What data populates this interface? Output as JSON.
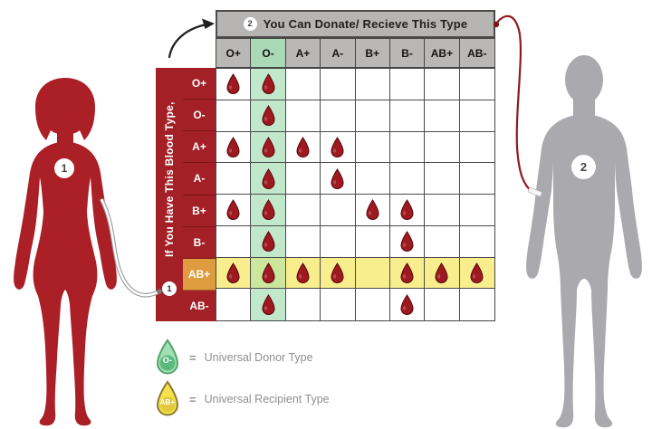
{
  "header": {
    "badge": "2",
    "title": "You Can Donate/ Recieve This Type"
  },
  "side": {
    "badge": "1",
    "label": "If You Have This Blood Type,"
  },
  "figures": {
    "female_badge": "1",
    "male_badge": "2"
  },
  "matrix": {
    "columns": [
      "O+",
      "O-",
      "A+",
      "A-",
      "B+",
      "B-",
      "AB+",
      "AB-"
    ],
    "rows": [
      "O+",
      "O-",
      "A+",
      "A-",
      "B+",
      "B-",
      "AB+",
      "AB-"
    ],
    "cells": [
      [
        1,
        1,
        0,
        0,
        0,
        0,
        0,
        0
      ],
      [
        0,
        1,
        0,
        0,
        0,
        0,
        0,
        0
      ],
      [
        1,
        1,
        1,
        1,
        0,
        0,
        0,
        0
      ],
      [
        0,
        1,
        0,
        1,
        0,
        0,
        0,
        0
      ],
      [
        1,
        1,
        0,
        0,
        1,
        1,
        0,
        0
      ],
      [
        0,
        1,
        0,
        0,
        0,
        1,
        0,
        0
      ],
      [
        1,
        1,
        1,
        1,
        0,
        1,
        1,
        1
      ],
      [
        0,
        1,
        0,
        0,
        0,
        1,
        0,
        0
      ]
    ],
    "universal_donor_col": "O-",
    "universal_recipient_row": "AB+"
  },
  "legend": {
    "items": [
      {
        "symbol": "O-",
        "equals": "=",
        "label": "Universal Donor Type",
        "fill": "#9FE0B2",
        "stroke": "#55A26B",
        "badge_fill": "#5BB97E"
      },
      {
        "symbol": "AB+",
        "equals": "=",
        "label": "Universal Recipient Type",
        "fill": "#F4E14E",
        "stroke": "#8A7C2E",
        "badge_fill": "#E2C93A"
      }
    ]
  },
  "colors": {
    "red_row": "#A32026",
    "orange_row": "#DF9C3E",
    "header_gray": "#B6B5B4",
    "cell_gray": "#B9B8B6",
    "donor_col_header": "#A9D9B7",
    "donor_col": "#C2E8CC",
    "recipient_row": "#F9EE8E",
    "donor_recipient_overlap": "#CBE79B",
    "drop": "#9E1920",
    "drop_outline": "#55070B",
    "female": "#AB1F27",
    "male": "#A9A9AE",
    "tube_red": "#8E1B20",
    "arrow_black": "#1f1f1f"
  }
}
